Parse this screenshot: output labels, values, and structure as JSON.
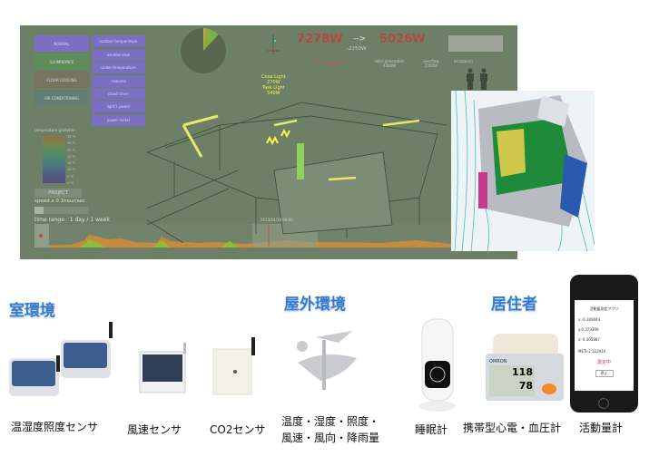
{
  "monitor": {
    "mode_buttons": [
      "NORMAL",
      "ILLUMINANCE",
      "FLOOR COOLING",
      "AIR CONDITIONING"
    ],
    "layer_buttons": [
      "outdoor temperature",
      "window view",
      "under temperature",
      "seasons",
      "cloud cover",
      "light's power",
      "power meter"
    ],
    "gradation_title": "temperature gradation",
    "gradation_ticks": [
      "35 ℃",
      "30 ℃",
      "25 ℃",
      "20 ℃",
      "15 ℃",
      "10 ℃",
      "5 ℃",
      "0 ℃"
    ],
    "project_button": "PROJECT",
    "speed_label": "speed x 0.1hour/sec",
    "time_range_label": "time range : 1 day / 1 week",
    "timestamp": "2013/04/18 09:00",
    "power_before": "7278W",
    "arrow": "-->",
    "power_after": "5026W",
    "power_delta": "-2250W",
    "captions": [
      "energy consumption 7278W",
      "solar generation 4000W",
      "overflow 2350W"
    ],
    "occupancy_label": "occupancy",
    "light_annotations": [
      "Cove Light",
      "270W",
      "Task Light",
      "540W"
    ]
  },
  "sections": {
    "indoor": "室環境",
    "outdoor": "屋外環境",
    "resident": "居住者"
  },
  "devices": {
    "temp_humidity_lux": "温湿度照度センサ",
    "wind_speed": "風速センサ",
    "co2": "CO2センサ",
    "weather_line1": "温度・湿度・照度・",
    "weather_line2": "風速・風向・降雨量",
    "sleep": "睡眠計",
    "ecg_bp": "携帯型心電・血圧計",
    "activity": "活動量計"
  },
  "bp_monitor": {
    "brand": "OMRON",
    "systolic": "118",
    "diastolic": "78"
  },
  "phone_app": {
    "title": "活動量測定アプリ",
    "x": "x:-0.309443",
    "y": "y:0.373399",
    "z": "z:-0.305887",
    "mets": "METs:2.322910",
    "status": "測定中",
    "stop": "停止"
  },
  "colors": {
    "ui_bg": "#6d7f66",
    "button_purple": "#7a6fc2",
    "power_red": "#b24a45",
    "heading_blue": "#3a7cc8"
  }
}
